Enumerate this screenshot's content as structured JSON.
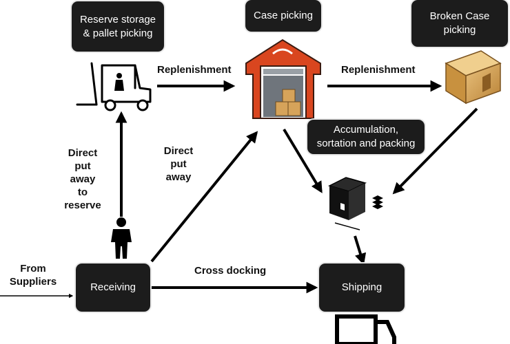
{
  "nodes": {
    "reserve": "Reserve storage\n& pallet picking",
    "case_picking": "Case picking",
    "broken_case": "Broken Case\npicking",
    "accumulation": "Accumulation,\nsortation and packing",
    "receiving": "Receiving",
    "shipping": "Shipping"
  },
  "edge_labels": {
    "replenishment_left": "Replenishment",
    "replenishment_right": "Replenishment",
    "direct_put_away_reserve": "Direct\nput\naway\nto\nreserve",
    "direct_put_away": "Direct\nput\naway",
    "cross_docking": "Cross docking",
    "from_suppliers": "From\nSuppliers"
  },
  "icons": {
    "forklift": "forklift-icon",
    "warehouse": "warehouse-icon",
    "box": "cardboard-box-icon",
    "package": "package-stack-icon",
    "person": "person-icon",
    "truck": "truck-icon"
  },
  "colors": {
    "node_fill": "#1c1c1c",
    "warehouse_roof": "#d9461f",
    "box_fill": "#d6a35a",
    "arrow": "#000000"
  }
}
